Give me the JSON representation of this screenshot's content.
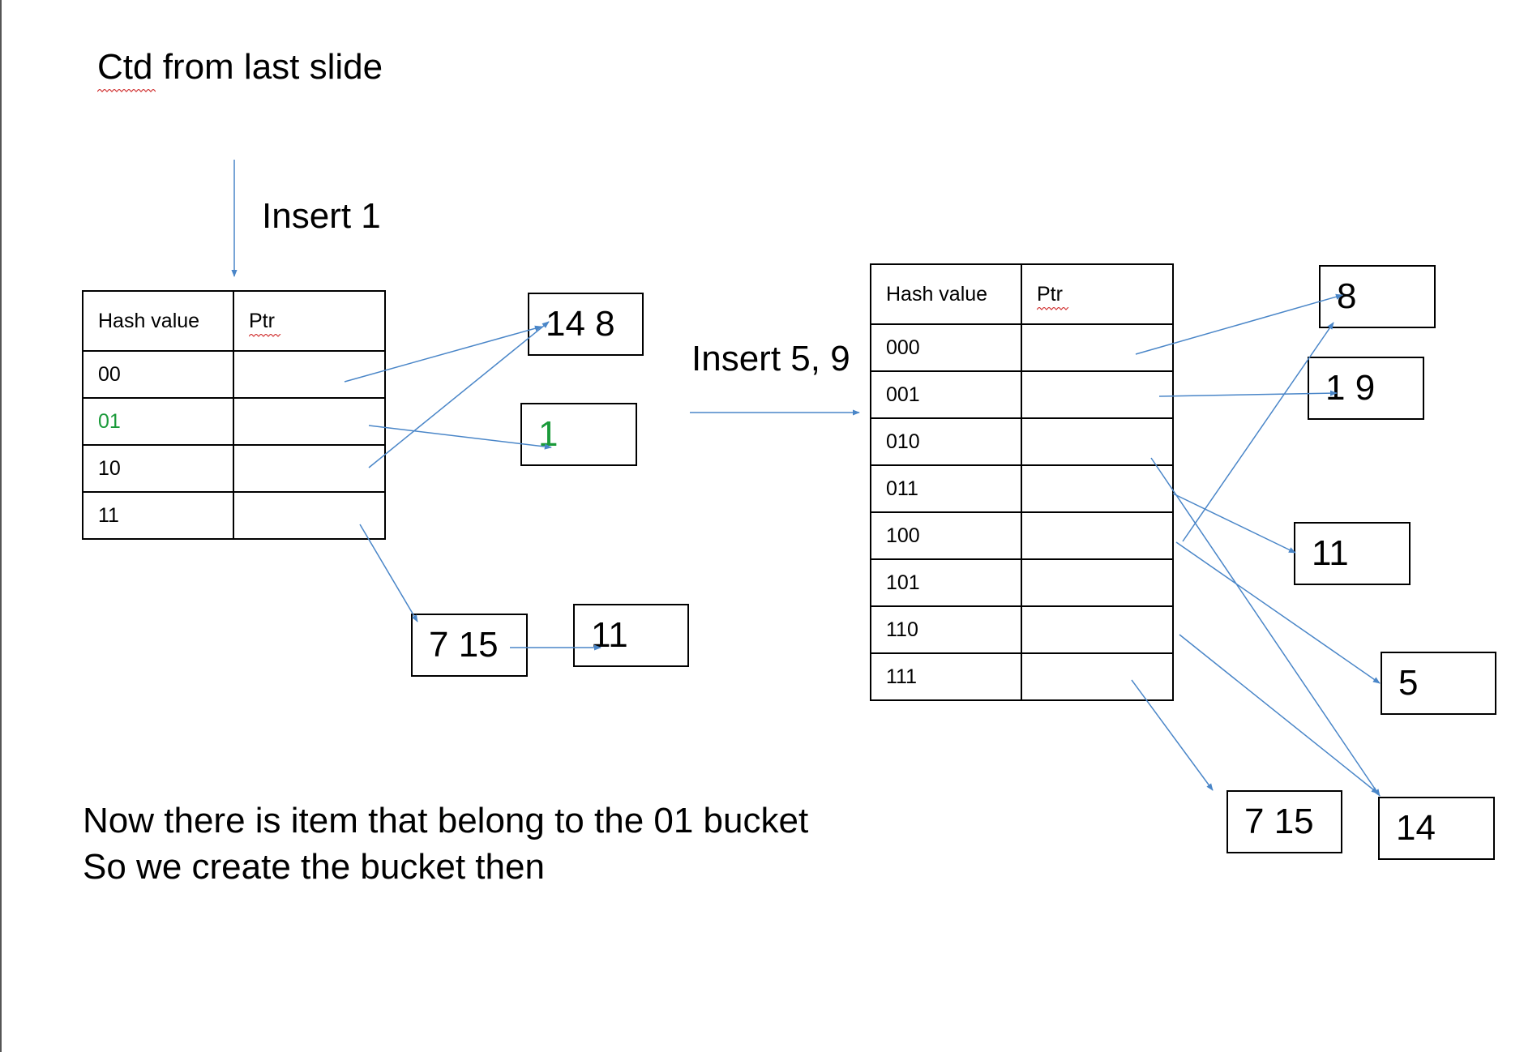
{
  "title": "Ctd from last slide",
  "step1": {
    "label": "Insert 1",
    "table": {
      "headers": [
        "Hash value",
        "Ptr"
      ],
      "rows": [
        "00",
        "01",
        "10",
        "11"
      ]
    },
    "buckets": [
      "14 8",
      "1",
      "7  15",
      "11"
    ]
  },
  "step2": {
    "label": "Insert 5, 9",
    "table": {
      "headers": [
        "Hash value",
        "Ptr"
      ],
      "rows": [
        "000",
        "001",
        "010",
        "011",
        "100",
        "101",
        "110",
        "111"
      ]
    },
    "buckets": [
      "8",
      "1 9",
      "11",
      "5",
      "7  15",
      "14"
    ]
  },
  "note": {
    "line1": "Now there is item that belong to the 01 bucket",
    "line2": "So we create the bucket then"
  },
  "colors": {
    "arrow": "#4a86c8",
    "highlight": "#1a9a3a",
    "border": "#000000",
    "squiggle": "#d33a3a"
  }
}
